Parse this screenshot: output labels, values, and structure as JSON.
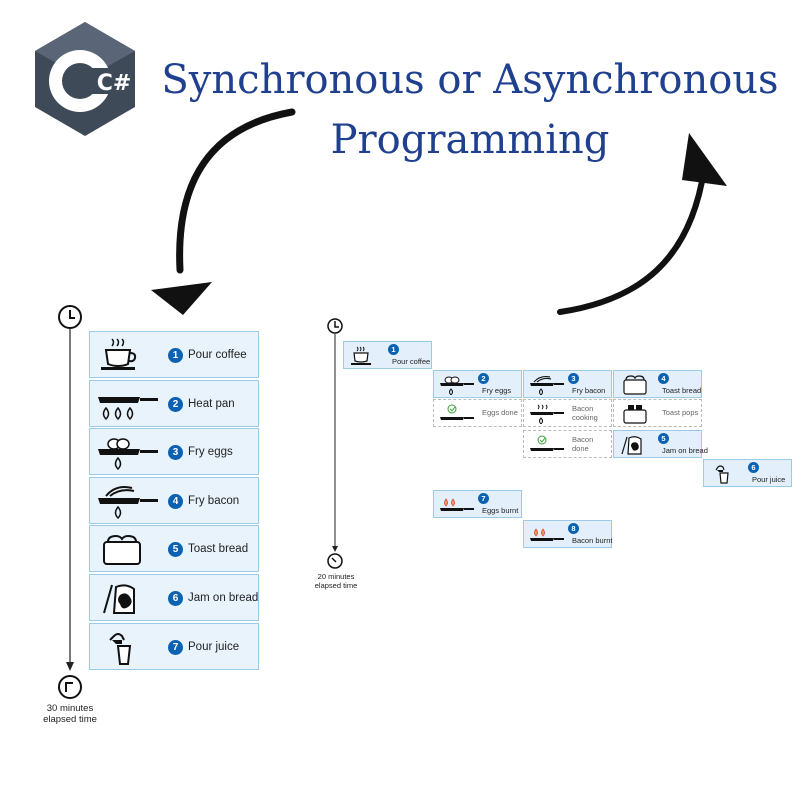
{
  "title": {
    "line1": "Synchronous or Asynchronous",
    "line2": "Programming",
    "logo_text": "C#"
  },
  "colors": {
    "title": "#1f3f8f",
    "step_badge": "#0b62b3",
    "row_fill": "#e8f3fc",
    "row_border": "#9ccbe8"
  },
  "synchronous": {
    "steps": [
      {
        "number": "1",
        "label": "Pour coffee",
        "icon": "coffee-cup-icon"
      },
      {
        "number": "2",
        "label": "Heat pan",
        "icon": "pan-on-burners-icon"
      },
      {
        "number": "3",
        "label": "Fry eggs",
        "icon": "pan-eggs-icon"
      },
      {
        "number": "4",
        "label": "Fry bacon",
        "icon": "pan-bacon-icon"
      },
      {
        "number": "5",
        "label": "Toast bread",
        "icon": "toaster-icon"
      },
      {
        "number": "6",
        "label": "Jam on bread",
        "icon": "jam-bread-icon"
      },
      {
        "number": "7",
        "label": "Pour juice",
        "icon": "juice-glass-icon"
      }
    ],
    "elapsed": {
      "line1": "30 minutes",
      "line2": "elapsed time"
    }
  },
  "asynchronous": {
    "steps": [
      {
        "number": "1",
        "label": "Pour coffee"
      },
      {
        "number": "2",
        "label": "Fry eggs"
      },
      {
        "number": "3",
        "label": "Fry bacon"
      },
      {
        "number": "4",
        "label": "Toast bread"
      },
      {
        "number": "5",
        "label": "Jam on bread"
      },
      {
        "number": "6",
        "label": "Pour juice"
      },
      {
        "number": "7",
        "label": "Eggs burnt"
      },
      {
        "number": "8",
        "label": "Bacon burnt"
      }
    ],
    "states": {
      "eggs_done": "Eggs done",
      "bacon_cooking": "Bacon cooking",
      "toast_pops": "Toast pops",
      "bacon_done": "Bacon done"
    },
    "elapsed": {
      "line1": "20 minutes",
      "line2": "elapsed time"
    }
  }
}
